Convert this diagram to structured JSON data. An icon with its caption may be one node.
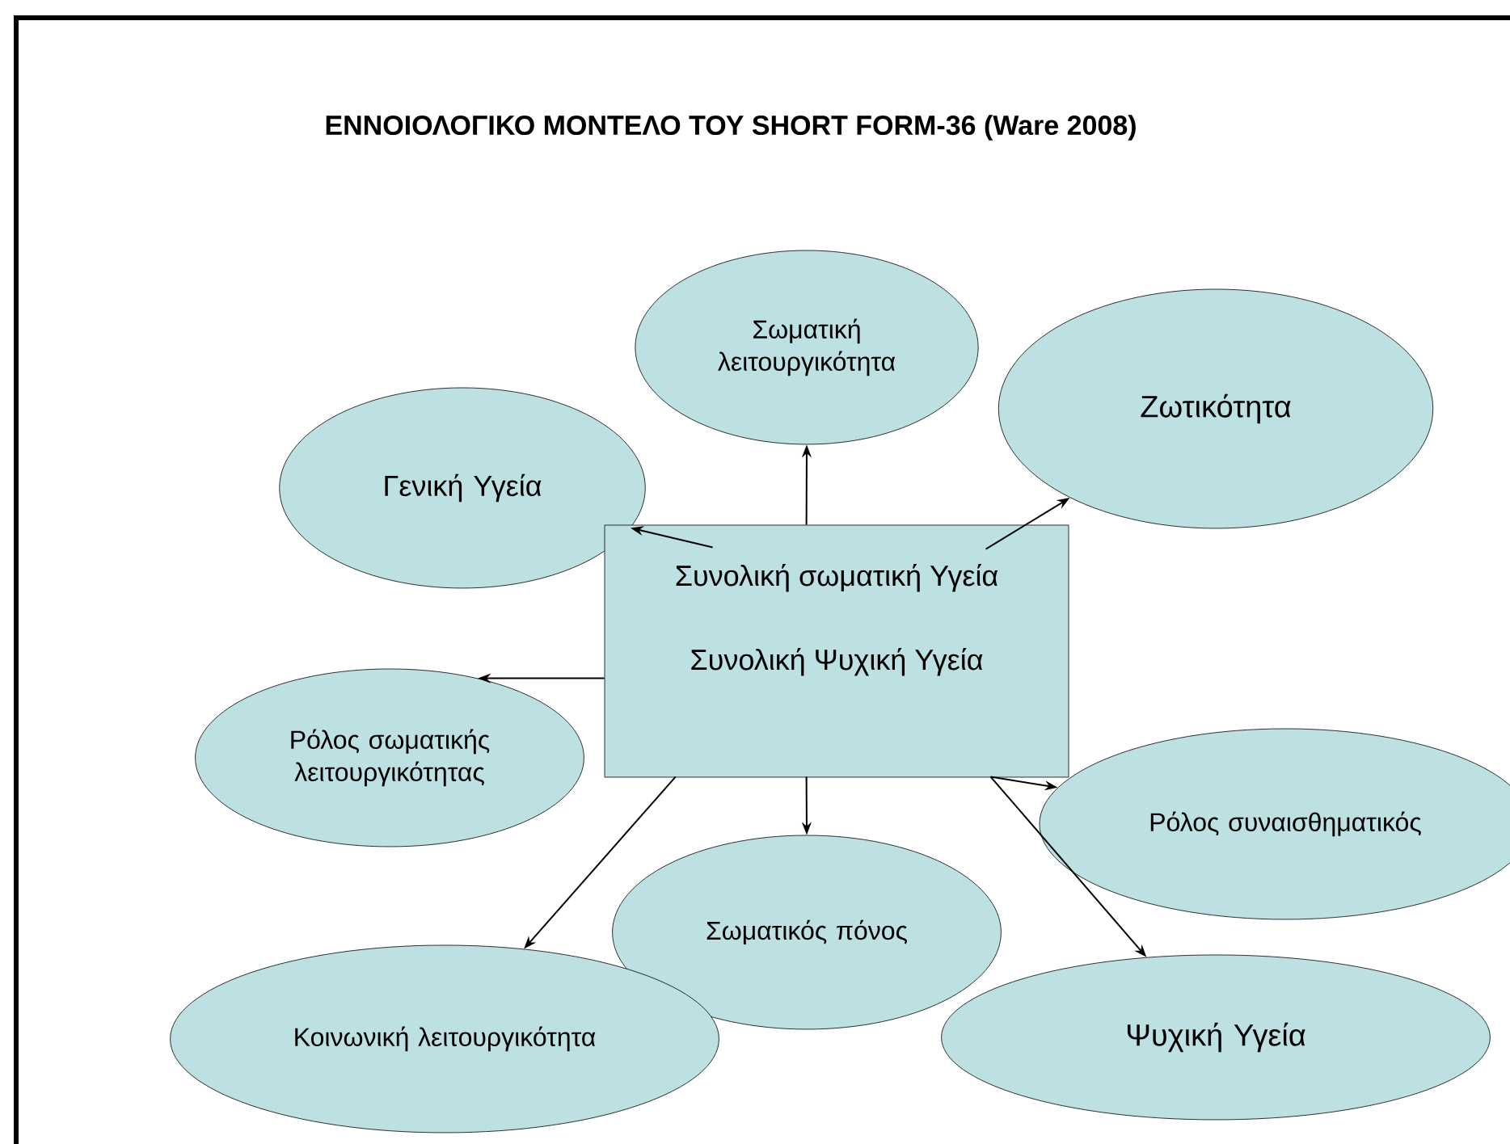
{
  "diagram": {
    "title": "ΕΝΝΟΙΟΛΟΓΙΚΟ ΜΟΝΤΕΛΟ ΤΟΥ SHORT FORM-36 (Ware 2008)",
    "nodes": [
      {
        "text": [
          "Σωματική λειτουργικότητα"
        ]
      },
      {
        "text": [
          "Ζωτικότητα"
        ]
      },
      {
        "text": [
          "Γενική Υγεία"
        ]
      },
      {
        "text": [
          "Συνολική σωματική Υγεία",
          "Συνολική Ψυχική Υγεία"
        ]
      },
      {
        "text": [
          "Ρόλος σωματικής λειτουργικότητας"
        ]
      },
      {
        "text": [
          "Ρόλος συναισθηματικός"
        ]
      },
      {
        "text": [
          "Σωματικός πόνος"
        ]
      },
      {
        "text": [
          "Κοινωνική λειτουργικότητα"
        ]
      },
      {
        "text": [
          "Ψυχική Υγεία"
        ]
      }
    ],
    "edges": [
      {
        "from": 3,
        "to": 0,
        "arrow": "to"
      },
      {
        "from": 3,
        "to": 1,
        "arrow": "to"
      },
      {
        "from": 3,
        "to": 2,
        "arrow": "to"
      },
      {
        "from": 3,
        "to": 4,
        "arrow": "to"
      },
      {
        "from": 3,
        "to": 5,
        "arrow": "to"
      },
      {
        "from": 3,
        "to": 6,
        "arrow": "to"
      },
      {
        "from": 3,
        "to": 7,
        "arrow": "to"
      },
      {
        "from": 3,
        "to": 8,
        "arrow": "to"
      }
    ]
  }
}
